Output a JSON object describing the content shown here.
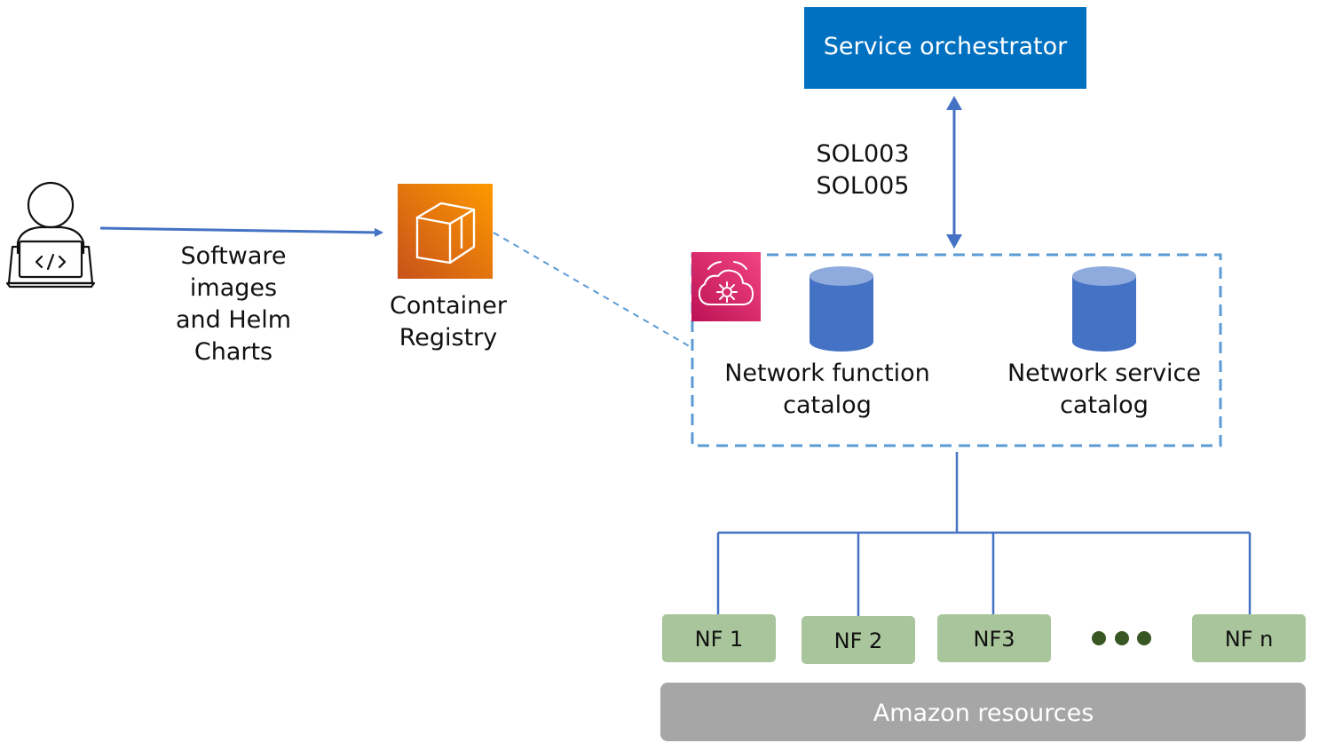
{
  "orchestrator": {
    "label": "Service orchestrator"
  },
  "interface": {
    "line1": "SOL003",
    "line2": "SOL005"
  },
  "developer": {
    "icon": "developer-laptop-icon"
  },
  "upload": {
    "line1": "Software",
    "line2": "images",
    "line3": "and Helm",
    "line4": "Charts"
  },
  "registry": {
    "icon": "container-registry-icon",
    "line1": "Container",
    "line2": "Registry"
  },
  "catalog_service": {
    "icon": "telco-network-builder-icon"
  },
  "nf_catalog": {
    "line1": "Network function",
    "line2": "catalog"
  },
  "ns_catalog": {
    "line1": "Network service",
    "line2": "catalog"
  },
  "network_functions": {
    "items": [
      {
        "label": "NF 1"
      },
      {
        "label": "NF 2"
      },
      {
        "label": "NF3"
      },
      {
        "label": "NF n"
      }
    ],
    "ellipsis_icon": "ellipsis-dots-icon"
  },
  "resources": {
    "label": "Amazon resources"
  },
  "colors": {
    "orchestrator_fill": "#0070C0",
    "arrow_blue": "#4472C4",
    "dashed_blue": "#5B9BD5",
    "nf_fill": "#A9C59B",
    "resources_fill": "#A6A6A6",
    "dots": "#385723"
  }
}
